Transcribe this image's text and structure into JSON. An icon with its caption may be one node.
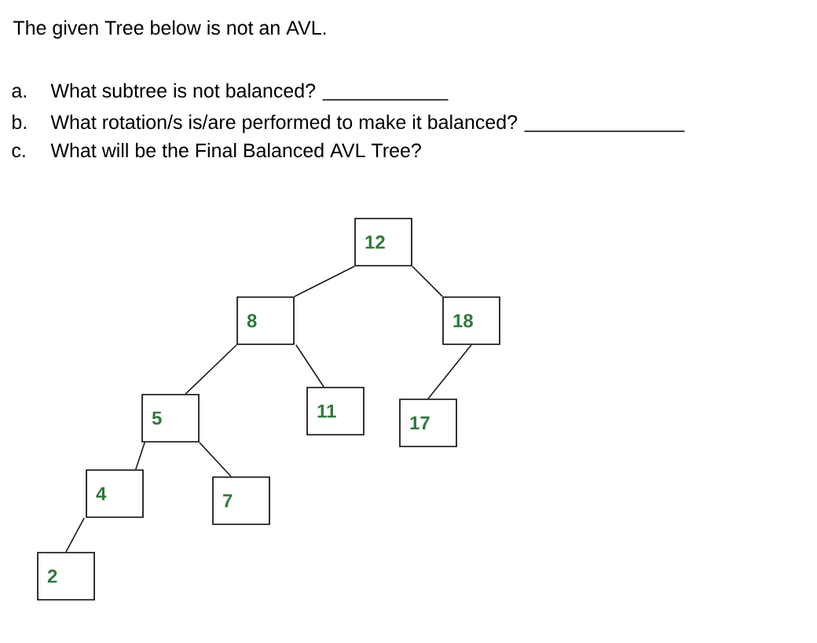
{
  "diagram": {
    "nodes": [
      {
        "text": [
          "12"
        ]
      },
      {
        "text": [
          "8"
        ]
      },
      {
        "text": [
          "18"
        ]
      },
      {
        "text": [
          "5"
        ]
      },
      {
        "text": [
          "11"
        ]
      },
      {
        "text": [
          "17"
        ]
      },
      {
        "text": [
          "4"
        ]
      },
      {
        "text": [
          "7"
        ]
      },
      {
        "text": [
          "2"
        ]
      }
    ],
    "edges": [
      {
        "from": 0,
        "to": 1,
        "arrow": "none"
      },
      {
        "from": 0,
        "to": 2,
        "arrow": "none"
      },
      {
        "from": 1,
        "to": 3,
        "arrow": "none"
      },
      {
        "from": 1,
        "to": 4,
        "arrow": "none"
      },
      {
        "from": 2,
        "to": 5,
        "arrow": "none"
      },
      {
        "from": 3,
        "to": 6,
        "arrow": "none"
      },
      {
        "from": 3,
        "to": 7,
        "arrow": "none"
      },
      {
        "from": 6,
        "to": 8,
        "arrow": "none"
      }
    ],
    "labels": [
      "The given Tree below is not an AVL.",
      "a.",
      "What subtree is not balanced?",
      "b.",
      "What rotation/s is/are performed to make it balanced?",
      "c.",
      "What will be the Final Balanced AVL Tree?"
    ]
  }
}
